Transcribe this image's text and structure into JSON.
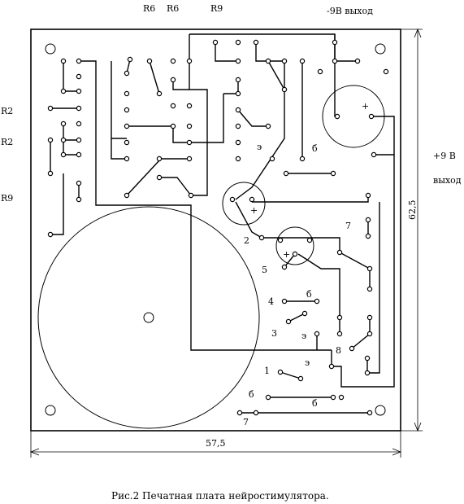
{
  "top_labels": {
    "r6_a": "R6",
    "r6_b": "R6",
    "r9": "R9",
    "minus_9v_out": "-9В  выход"
  },
  "left_labels": {
    "r2_a": "R2",
    "r2_b": "R2",
    "r9": "R9"
  },
  "right_labels": {
    "plus_9v": "+9 В",
    "out": "выход",
    "dim_height": "62,5"
  },
  "bottom_labels": {
    "dim_width": "57,5",
    "caption": "Рис.2 Печатная плата нейростимулятора."
  },
  "pin_labels": {
    "e1": "э",
    "b1": "б",
    "plus1": "+",
    "plus2": "+",
    "plus3": "+",
    "n2": "2",
    "n5": "5",
    "n7": "7",
    "n4": "4",
    "b2": "б",
    "n3": "3",
    "e2": "э",
    "n8": "8",
    "e3": "э",
    "n1": "1",
    "b3": "б",
    "b4": "б",
    "n7b": "7"
  }
}
